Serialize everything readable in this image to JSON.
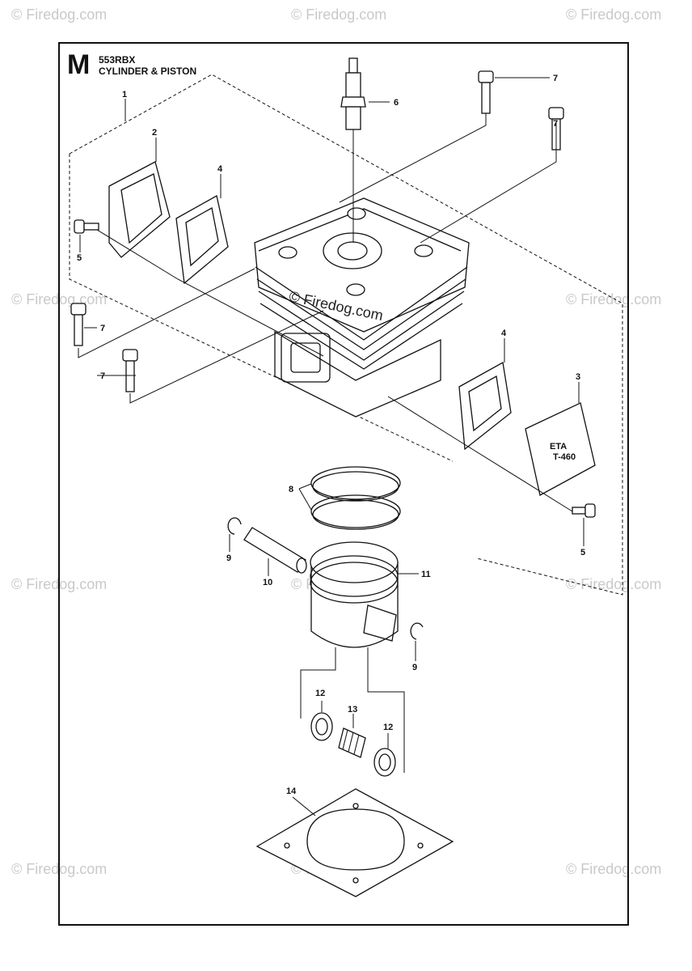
{
  "header": {
    "section_letter": "M",
    "model": "553RBX",
    "title": "CYLINDER & PISTON"
  },
  "watermark": {
    "text": "© Firedog.com"
  },
  "callouts": {
    "c1": "1",
    "c2": "2",
    "c3": "3",
    "c4a": "4",
    "c4b": "4",
    "c5a": "5",
    "c5b": "5",
    "c6": "6",
    "c7a": "7",
    "c7b": "7",
    "c7c": "7",
    "c7d": "7",
    "c8": "8",
    "c9a": "9",
    "c9b": "9",
    "c10": "10",
    "c11": "11",
    "c12a": "12",
    "c12b": "12",
    "c13": "13",
    "c14": "14"
  },
  "part_markings": {
    "deflector_text_1": "ETA",
    "deflector_text_2": "T-460"
  }
}
